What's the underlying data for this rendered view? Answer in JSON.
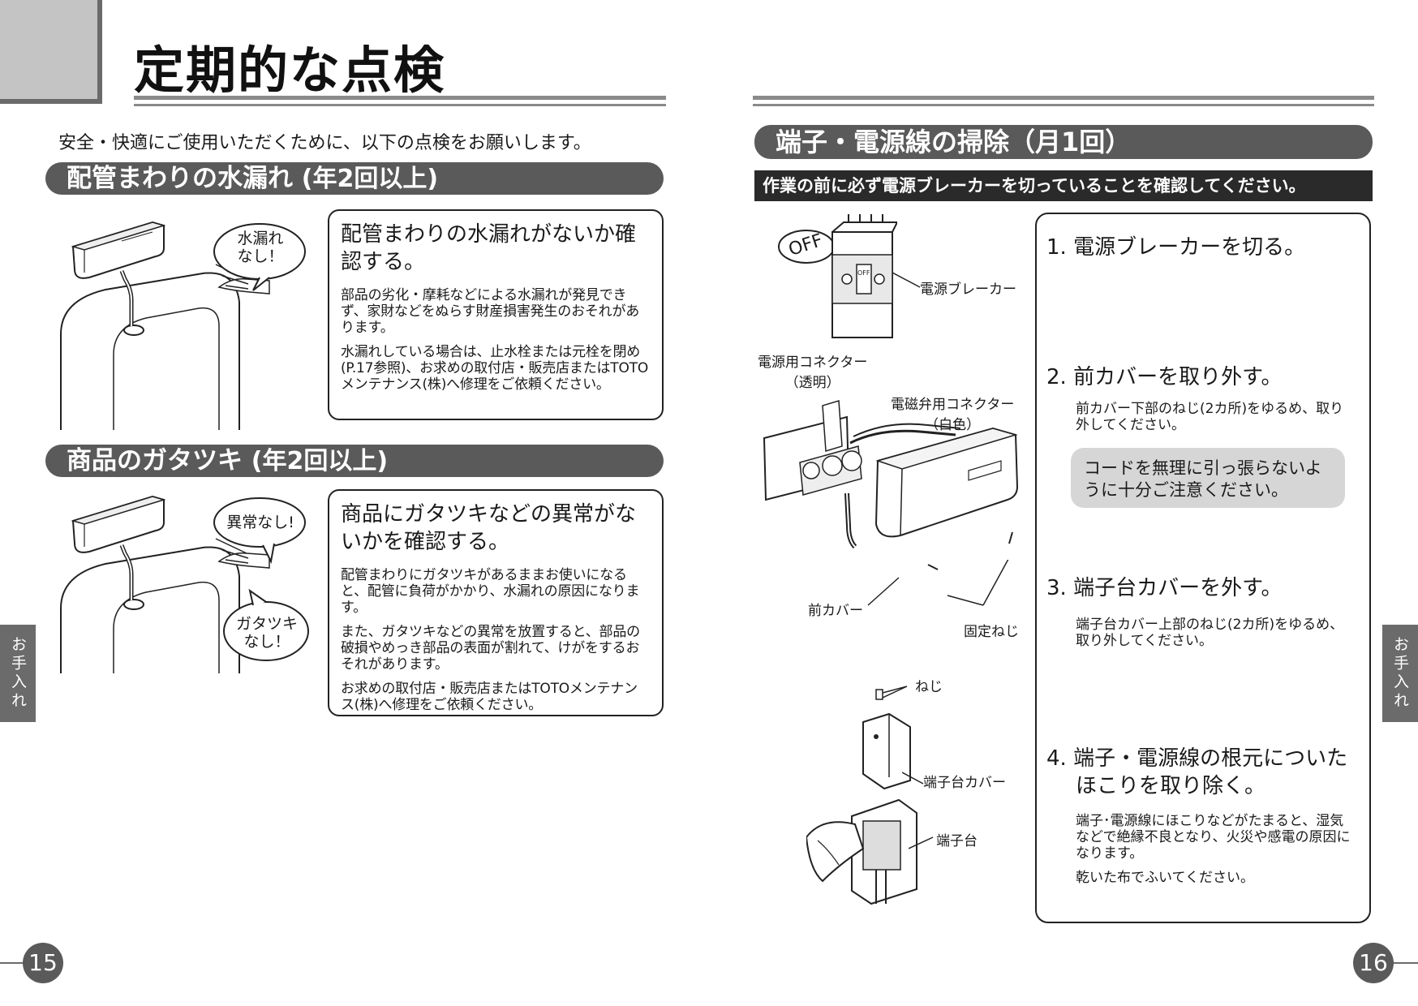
{
  "header": {
    "title": "定期的な点検"
  },
  "intro": "安全・快適にご使用いただくために、以下の点検をお願いします。",
  "sections": [
    {
      "title": "配管まわりの水漏れ",
      "freq": "(年2回以上)",
      "bubble": [
        "水漏れ",
        "なし！"
      ],
      "lead": "配管まわりの水漏れがないか確認する。",
      "paragraphs": [
        "部品の劣化・摩耗などによる水漏れが発見できず、家財などをぬらす財産損害発生のおそれがあります。",
        "水漏れしている場合は、止水栓または元栓を閉め(P.17参照)、お求めの取付店・販売店またはTOTOメンテナンス(株)へ修理をご依頼ください。"
      ]
    },
    {
      "title": "商品のガタツキ",
      "freq": "(年2回以上)",
      "bubble": [
        "異常なし!"
      ],
      "bubble2": [
        "ガタツキ",
        "なし！"
      ],
      "lead": "商品にガタツキなどの異常がないかを確認する。",
      "paragraphs": [
        "配管まわりにガタツキがあるままお使いになると、配管に負荷がかかり、水漏れの原因になります。",
        "また、ガタツキなどの異常を放置すると、部品の破損やめっき部品の表面が割れて、けがをするおそれがあります。",
        "お求めの取付店・販売店またはTOTOメンテナンス(株)へ修理をご依頼ください。"
      ]
    }
  ],
  "right": {
    "section_title": "端子・電源線の掃除（月1回）",
    "warning": "作業の前に必ず電源ブレーカーを切っていることを確認してください。",
    "labels": {
      "off": "OFF",
      "breaker_switch": "OFF",
      "breaker": "電源ブレーカー",
      "power_connector": [
        "電源用コネクター",
        "（透明）"
      ],
      "valve_connector": [
        "電磁弁用コネクター",
        "（白色）"
      ],
      "front_cover": "前カバー",
      "fixing_screw": "固定ねじ",
      "screw": "ねじ",
      "terminal_cover": "端子台カバー",
      "terminal": "端子台"
    },
    "steps": [
      {
        "title": "1. 電源ブレーカーを切る。"
      },
      {
        "title": "2. 前カバーを取り外す。",
        "body": "前カバー下部のねじ(2カ所)をゆるめ、取り外してください。"
      },
      {
        "title": "3. 端子台カバーを外す。",
        "body": "端子台カバー上部のねじ(2カ所)をゆるめ、取り外してください。"
      },
      {
        "title_lines": [
          "4. 端子・電源線の根元についた",
          "ほこりを取り除く。"
        ],
        "body": "端子･電源線にほこりなどがたまると、湿気などで絶縁不良となり、火災や感電の原因になります。",
        "body2": "乾いた布でふいてください。"
      }
    ],
    "caution": "コードを無理に引っ張らないように十分ご注意ください。"
  },
  "side_tab": "お手入れ",
  "page_numbers": {
    "left": "15",
    "right": "16"
  }
}
